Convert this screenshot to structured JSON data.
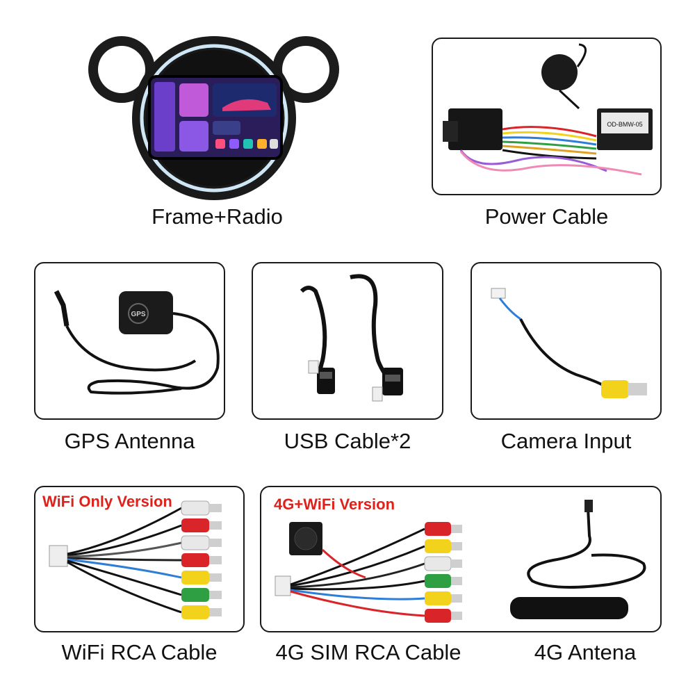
{
  "items": {
    "frame_radio": {
      "caption": "Frame+Radio"
    },
    "power_cable": {
      "caption": "Power Cable",
      "decoder_label": "OD-BMW-05"
    },
    "gps_antenna": {
      "caption": "GPS Antenna",
      "module_label": "GPS"
    },
    "usb_cable": {
      "caption": "USB Cable*2"
    },
    "camera_input": {
      "caption": "Camera Input"
    },
    "wifi_rca": {
      "caption": "WiFi RCA Cable",
      "version_tag": "WiFi Only Version"
    },
    "sim_rca": {
      "caption": "4G SIM RCA Cable",
      "version_tag": "4G+WiFi Version"
    },
    "antenna_4g": {
      "caption": "4G Antena"
    }
  },
  "colors": {
    "tag_red": "#e0211b",
    "rca_red": "#d9242a",
    "rca_yellow": "#f2d21b",
    "rca_white": "#e8e8e8",
    "rca_green": "#2ea043",
    "cable_black": "#151515"
  }
}
